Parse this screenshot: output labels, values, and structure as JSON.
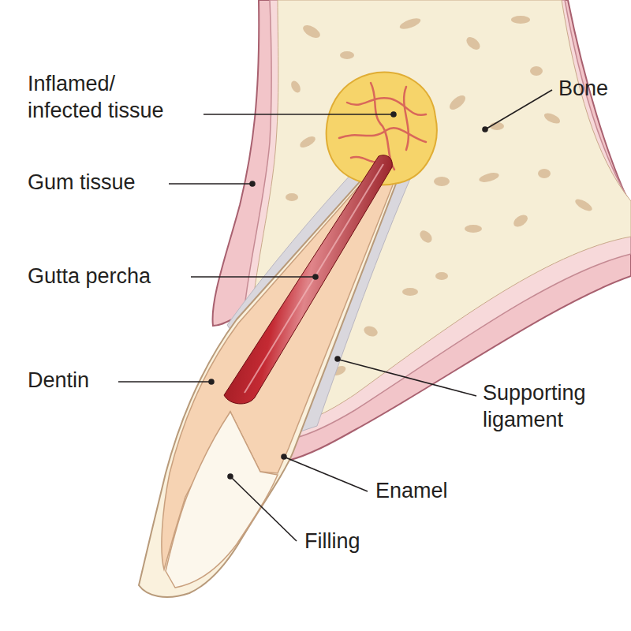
{
  "diagram": {
    "labels": [
      "Inflamed/ infected tissue",
      "Bone",
      "Gum tissue",
      "Gutta percha",
      "Dentin",
      "Supporting ligament",
      "Enamel",
      "Filling"
    ]
  }
}
